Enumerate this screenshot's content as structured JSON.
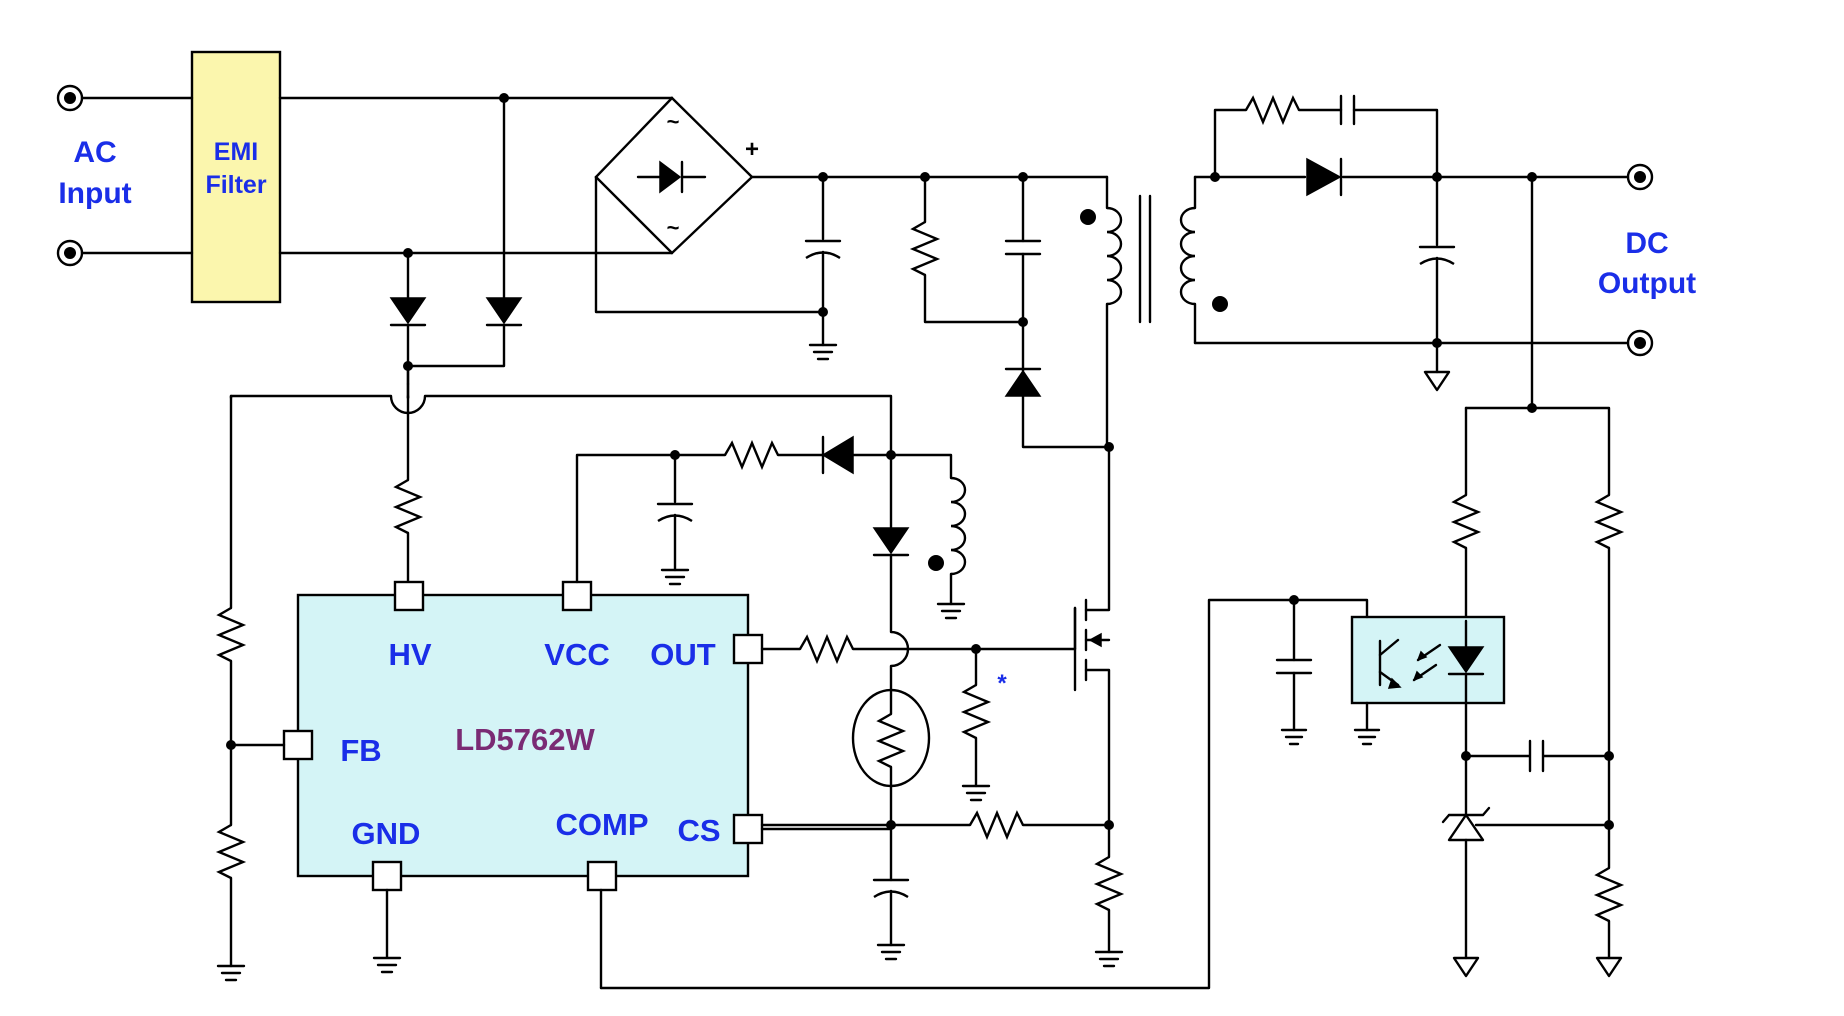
{
  "labels": {
    "ac_input_line1": "AC",
    "ac_input_line2": "Input",
    "dc_output_line1": "DC",
    "dc_output_line2": "Output",
    "emi_line1": "EMI",
    "emi_line2": "Filter",
    "plus_sign": "+",
    "tilde": "~",
    "asterisk": "*"
  },
  "chip": {
    "name": "LD5762W",
    "pins": {
      "hv": "HV",
      "vcc": "VCC",
      "out": "OUT",
      "fb": "FB",
      "gnd": "GND",
      "comp": "COMP",
      "cs": "CS"
    }
  },
  "colors": {
    "chip_fill": "#d4f4f6",
    "emi_fill": "#fbf6ad",
    "opto_fill": "#d4f4f6",
    "label_blue": "#1a2ee8",
    "chip_name": "#7a2b74",
    "wire": "#000000"
  }
}
